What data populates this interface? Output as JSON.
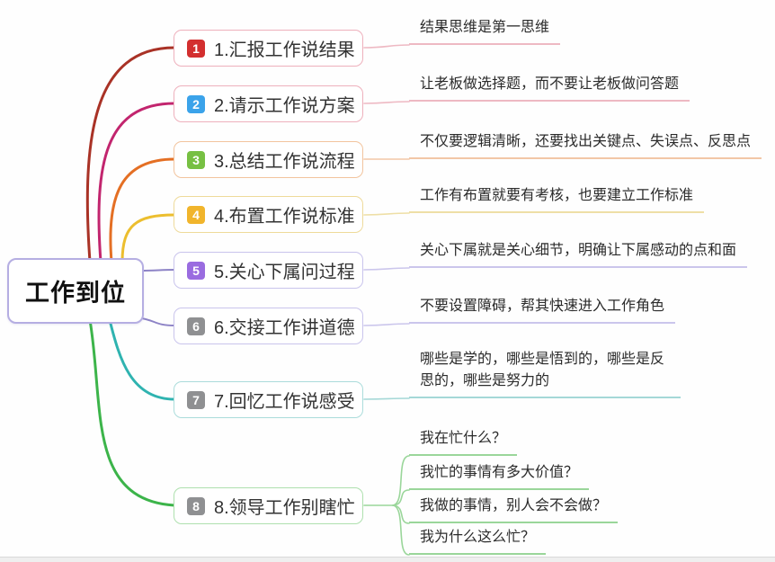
{
  "root": {
    "label": "工作到位"
  },
  "branches": [
    {
      "badge": "1",
      "label": "1.汇报工作说结果",
      "note": "结果思维是第一思维",
      "line_color": "#a93226",
      "border_color": "#eeb0bc",
      "badge_color": "#d32f2f",
      "note_line_color": "#eeb9c3"
    },
    {
      "badge": "2",
      "label": "2.请示工作说方案",
      "note": "让老板做选择题，而不要让老板做问答题",
      "line_color": "#c2256e",
      "border_color": "#eeb0bc",
      "badge_color": "#3ba3ea",
      "note_line_color": "#eeb9c3"
    },
    {
      "badge": "3",
      "label": "3.总结工作说流程",
      "note": "不仅要逻辑清晰，还要找出关键点、失误点、反思点",
      "line_color": "#e46f24",
      "border_color": "#f2c49e",
      "badge_color": "#77c043",
      "note_line_color": "#f2c7a6"
    },
    {
      "badge": "4",
      "label": "4.布置工作说标准",
      "note": "工作有布置就要有考核，也要建立工作标准",
      "line_color": "#ecbe2e",
      "border_color": "#eeda9a",
      "badge_color": "#f1b52c",
      "note_line_color": "#eedfa6"
    },
    {
      "badge": "5",
      "label": "5.关心下属问过程",
      "note": "关心下属就是关心细节，明确让下属感动的点和面",
      "line_color": "#8d83c6",
      "border_color": "#c9c4ec",
      "badge_color": "#9a6ce0",
      "note_line_color": "#cbc6ec"
    },
    {
      "badge": "6",
      "label": "6.交接工作讲道德",
      "note": "不要设置障碍，帮其快速进入工作角色",
      "line_color": "#8d83c6",
      "border_color": "#c9c4ec",
      "badge_color": "#8f9092",
      "note_line_color": "#cbc6ec"
    },
    {
      "badge": "7",
      "label": "7.回忆工作说感受",
      "note": "哪些是学的，哪些是悟到的，哪些是反思的，哪些是努力的",
      "line_color": "#2fb3b0",
      "border_color": "#abdcdb",
      "badge_color": "#8f9092",
      "note_line_color": "#a5d8d7"
    },
    {
      "badge": "8",
      "label": "8.领导工作别瞎忙",
      "children": [
        "我在忙什么？",
        "我忙的事情有多大价值？",
        "我做的事情，别人会不会做？",
        "我为什么这么忙？"
      ],
      "line_color": "#3cb44a",
      "border_color": "#aee0ae",
      "badge_color": "#8f9092",
      "note_line_color": "#9ad69a"
    }
  ]
}
